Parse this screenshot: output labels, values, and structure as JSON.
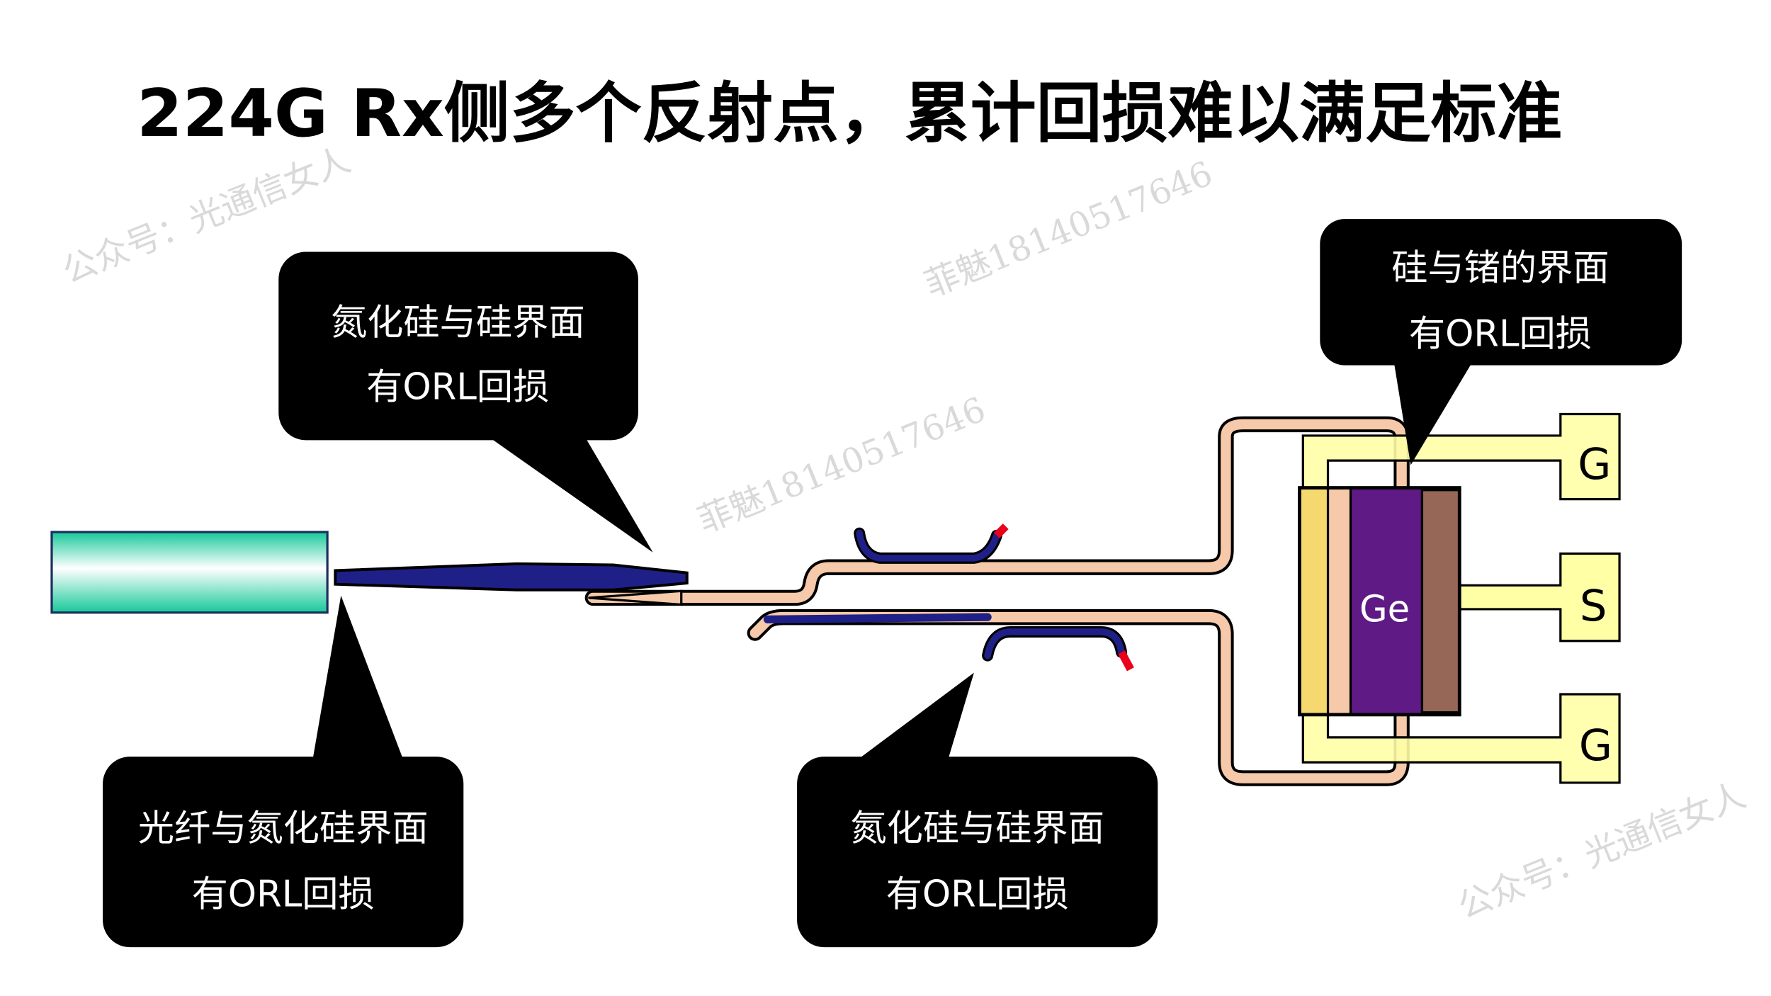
{
  "title": "224G Rx侧多个反射点，累计回损难以满足标准",
  "callouts": [
    {
      "line1": "氮化硅与硅界面",
      "line2": "有ORL回损"
    },
    {
      "line1": "硅与锗的界面",
      "line2": "有ORL回损"
    },
    {
      "line1": "光纤与氮化硅界面",
      "line2": "有ORL回损"
    },
    {
      "line1": "氮化硅与硅界面",
      "line2": "有ORL回损"
    }
  ],
  "device": {
    "ge_label": "Ge",
    "pads": [
      "G",
      "S",
      "G"
    ]
  },
  "watermarks": {
    "account": "公众号：光通信女人",
    "phone": "菲魅18140517646"
  },
  "colors": {
    "peach": "#f5c9a9",
    "blue": "#1f2087",
    "red": "#e8001c",
    "purple": "#5f1a85",
    "brown": "#966657",
    "yellow": "#ffffa6",
    "gold": "#f5d96e"
  }
}
